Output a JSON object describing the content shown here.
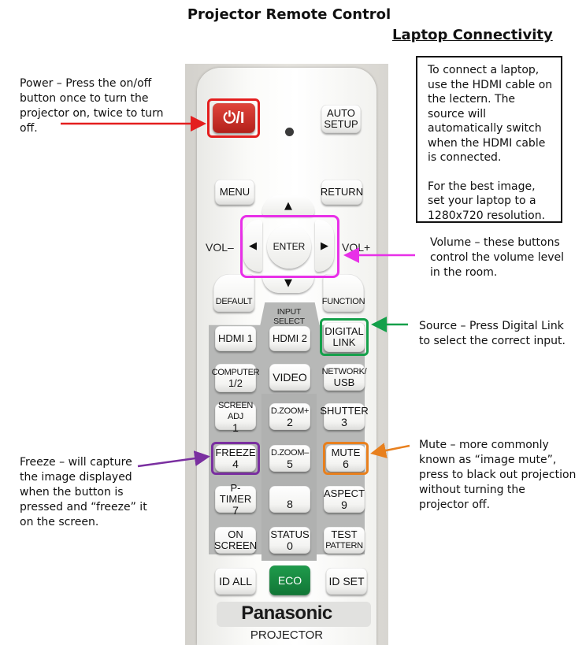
{
  "header": {
    "title": "Projector Remote Control",
    "subtitle": "Laptop Connectivity"
  },
  "info_box": {
    "paragraph1": "To connect a laptop, use the HDMI cable on the lectern.  The source will automatically switch when the HDMI cable is connected.",
    "paragraph2": "For the best image, set your laptop to a 1280x720 resolution."
  },
  "callouts": {
    "power": {
      "text": "Power – Press the on/off button once to turn the projector on, twice to turn off.",
      "color": "#e41e1e"
    },
    "volume": {
      "text": "Volume – these buttons control the volume level in the room.",
      "color": "#e830e8"
    },
    "source": {
      "text": "Source – Press Digital Link to select the correct input.",
      "color": "#14a04a"
    },
    "mute": {
      "text": "Mute – more commonly known as “image mute”, press to black out projection without turning the projector off.",
      "color": "#e8801e"
    },
    "freeze": {
      "text": "Freeze – will capture the image displayed when the button is pressed and “freeze” it on the screen.",
      "color": "#7a2fa0"
    }
  },
  "remote": {
    "power": "⏻/I",
    "auto_setup": [
      "AUTO",
      "SETUP"
    ],
    "menu": "MENU",
    "return": "RETURN",
    "enter": "ENTER",
    "vol_minus": "VOL–",
    "vol_plus": "VOL+",
    "arrow_up": "▲",
    "arrow_down": "▼",
    "arrow_left": "◀",
    "arrow_right": "▶",
    "default": "DEFAULT",
    "function": "FUNCTION",
    "input_select": "INPUT SELECT",
    "hdmi1": "HDMI 1",
    "hdmi2": "HDMI 2",
    "digital_link": [
      "DIGITAL",
      "LINK"
    ],
    "computer": [
      "COMPUTER",
      "1/2"
    ],
    "video": "VIDEO",
    "network": [
      "NETWORK/",
      "USB"
    ],
    "screen_adj": [
      "SCREEN ADJ",
      "1"
    ],
    "dzoom_plus": [
      "D.ZOOM+",
      "2"
    ],
    "shutter": [
      "SHUTTER",
      "3"
    ],
    "freeze": [
      "FREEZE",
      "4"
    ],
    "dzoom_minus": [
      "D.ZOOM–",
      "5"
    ],
    "mute": [
      "MUTE",
      "6"
    ],
    "p_timer": [
      "P-TIMER",
      "7"
    ],
    "eight": "8",
    "aspect": [
      "ASPECT",
      "9"
    ],
    "on_screen": [
      "ON",
      "SCREEN"
    ],
    "status": [
      "STATUS",
      "0"
    ],
    "test_pattern": [
      "TEST",
      "PATTERN"
    ],
    "id_all": "ID ALL",
    "eco": "ECO",
    "id_set": "ID SET",
    "brand": "Panasonic",
    "brand_sub": "PROJECTOR"
  }
}
